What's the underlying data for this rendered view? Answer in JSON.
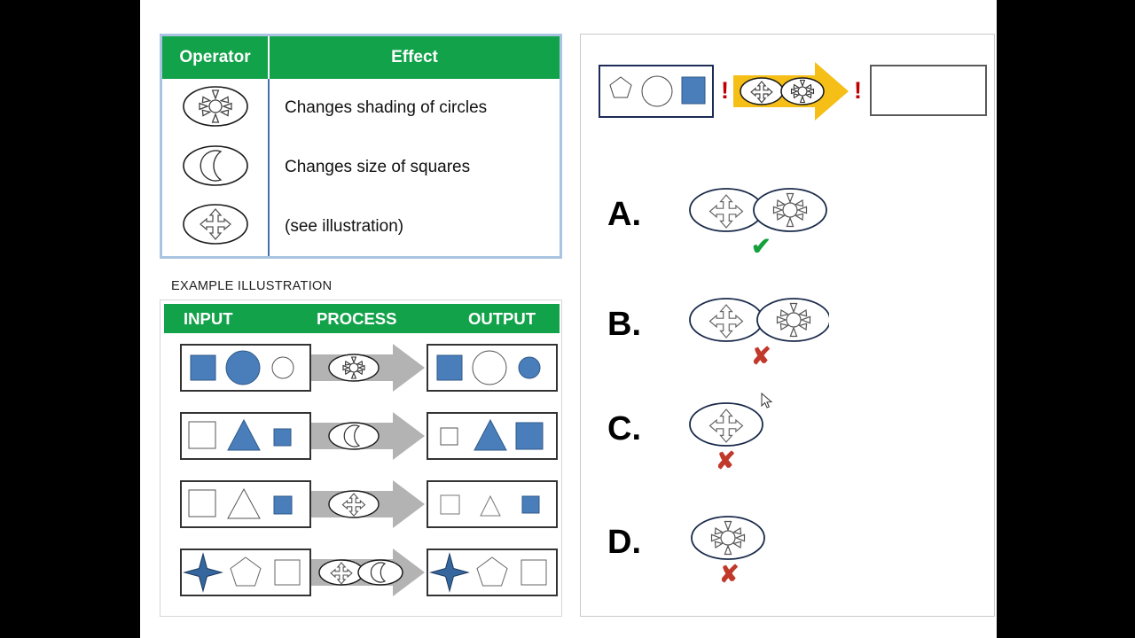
{
  "operator_table": {
    "headers": [
      "Operator",
      "Effect"
    ],
    "rows": [
      {
        "operator_icon": "sun-operator-icon",
        "effect": "Changes shading of circles"
      },
      {
        "operator_icon": "moon-operator-icon",
        "effect": "Changes size of squares"
      },
      {
        "operator_icon": "move-operator-icon",
        "effect": "(see illustration)"
      }
    ],
    "header_color": "#12a24a",
    "border_color": "#a8c4e0"
  },
  "illustration": {
    "title": "EXAMPLE ILLUSTRATION",
    "headers": [
      "INPUT",
      "PROCESS",
      "OUTPUT"
    ],
    "rows": [
      {
        "input": "blue square, large blue circle, small white circle",
        "process": [
          "sun-operator-icon"
        ],
        "output": "blue square, large white circle, small blue circle"
      },
      {
        "input": "white square, blue triangle, small blue square",
        "process": [
          "moon-operator-icon"
        ],
        "output": "small white square, blue triangle, large blue square"
      },
      {
        "input": "white square, white triangle, blue square",
        "process": [
          "move-operator-icon"
        ],
        "output": "small white square, small white triangle, small blue square"
      },
      {
        "input": "blue four-point star, white pentagon, white square",
        "process": [
          "move-operator-icon",
          "moon-operator-icon"
        ],
        "output": "blue four-point star, white pentagon, white square"
      }
    ],
    "arrow_color": "#b3b3b3",
    "shape_blue": "#4a7ebb"
  },
  "question": {
    "stem_input": "white pentagon, white circle, blue square",
    "stem_operators": [
      "move-operator-icon",
      "sun-operator-icon"
    ],
    "stem_output": "",
    "bang_left": "!",
    "bang_right": "!",
    "arrow_color": "#f5bf17"
  },
  "options": [
    {
      "letter": "A.",
      "icons": [
        "move-operator-icon",
        "sun-operator-icon"
      ],
      "mark": "✔",
      "mark_type": "correct"
    },
    {
      "letter": "B.",
      "icons": [
        "move-operator-icon",
        "sun-operator-icon"
      ],
      "mark": "✘",
      "mark_type": "incorrect"
    },
    {
      "letter": "C.",
      "icons": [
        "move-operator-icon"
      ],
      "mark": "✘",
      "mark_type": "incorrect"
    },
    {
      "letter": "D.",
      "icons": [
        "sun-operator-icon"
      ],
      "mark": "✘",
      "mark_type": "incorrect"
    }
  ],
  "colors": {
    "green": "#12a24a",
    "blue_shape": "#4a7ebb",
    "yellow_arrow": "#f5bf17",
    "red": "#c0392b",
    "check_green": "#14a03c"
  }
}
